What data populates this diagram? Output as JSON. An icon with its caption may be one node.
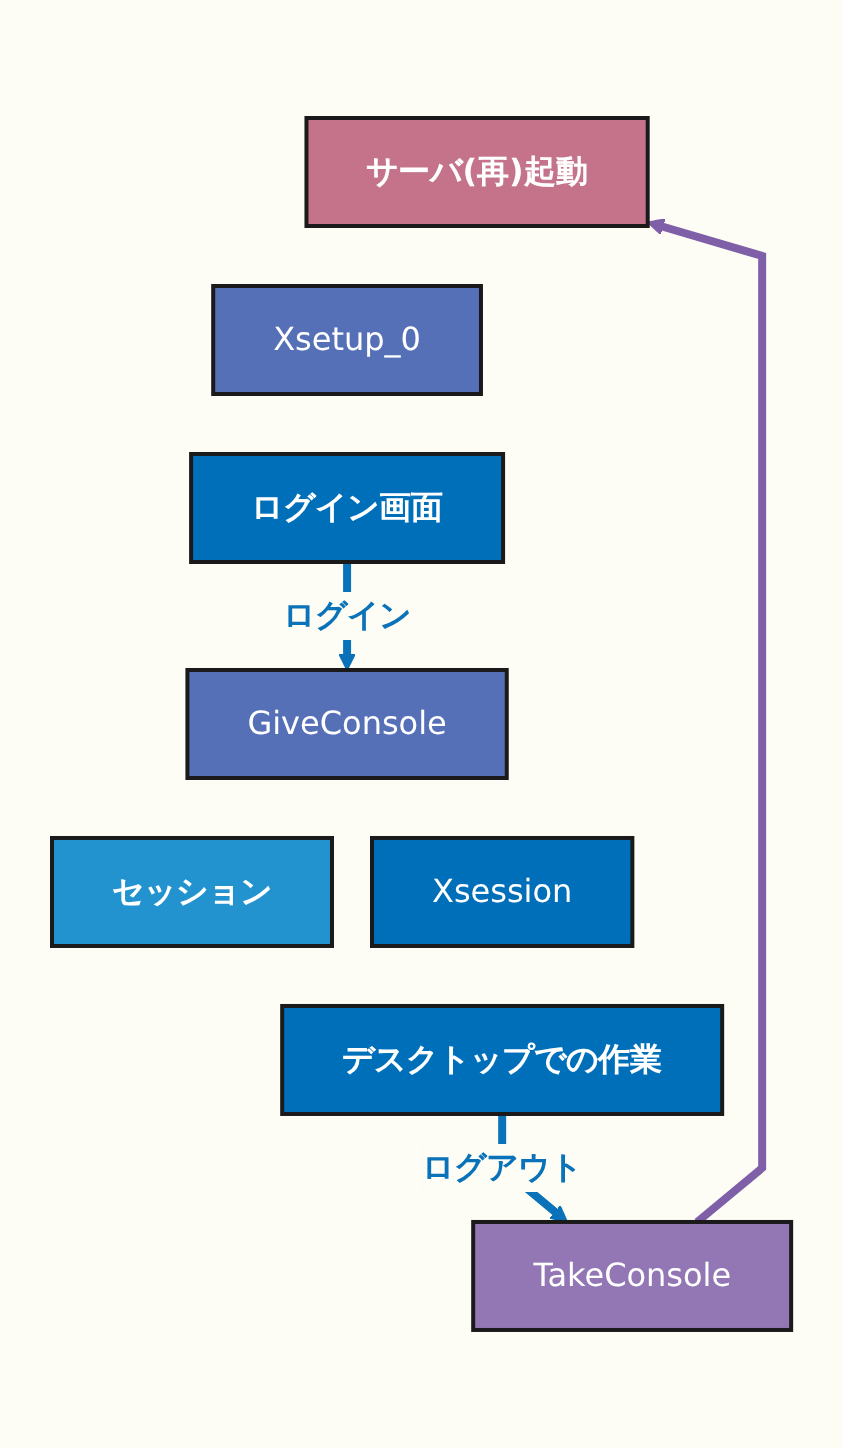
{
  "diagram": {
    "nodes": [
      {
        "text": [
          "サーバ(再)起動"
        ]
      },
      {
        "text": [
          "Xsetup_0"
        ]
      },
      {
        "text": [
          "ログイン画面"
        ]
      },
      {
        "text": [
          "GiveConsole"
        ]
      },
      {
        "text": [
          "セッション"
        ]
      },
      {
        "text": [
          "Xsession"
        ]
      },
      {
        "text": [
          "デスクトップでの作業"
        ]
      },
      {
        "text": [
          "TakeConsole"
        ]
      }
    ],
    "edges": [
      {
        "from": 2,
        "to": 3,
        "arrow": "to",
        "label": "ログイン"
      },
      {
        "from": 6,
        "to": 7,
        "arrow": "to",
        "label": "ログアウト"
      },
      {
        "from": 7,
        "to": 0,
        "arrow": "to",
        "color": "#7f5fa8"
      }
    ]
  }
}
